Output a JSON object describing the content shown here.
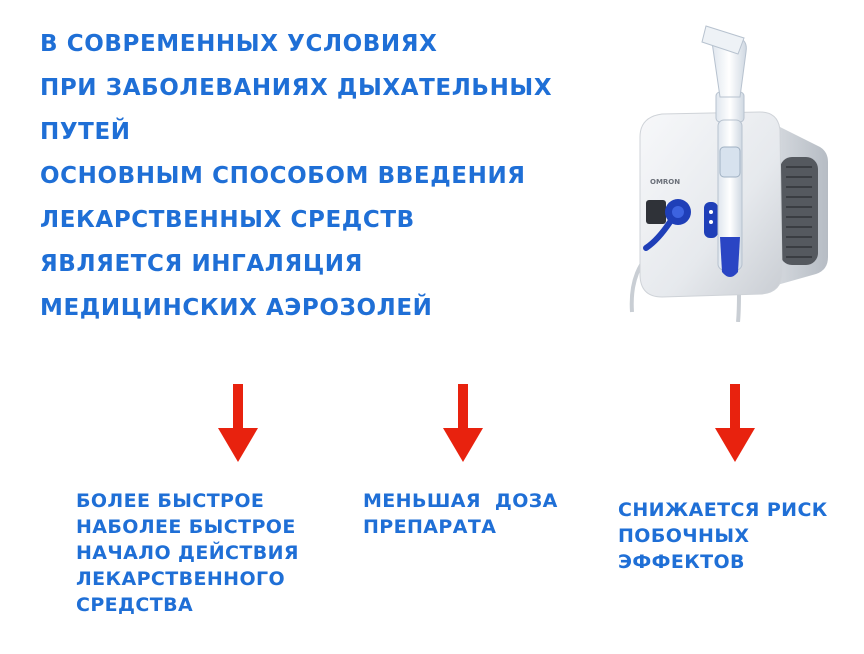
{
  "headline": [
    "В СОВРЕМЕННЫХ УСЛОВИЯХ",
    "ПРИ ЗАБОЛЕВАНИЯХ ДЫХАТЕЛЬНЫХ",
    "ПУТЕЙ",
    "ОСНОВНЫМ СПОСОБОМ ВВЕДЕНИЯ",
    "ЛЕКАРСТВЕННЫХ СРЕДСТВ",
    "ЯВЛЯЕТСЯ ИНГАЛЯЦИЯ",
    "МЕДИЦИНСКИХ АЭРОЗОЛЕЙ"
  ],
  "effects": [
    [
      "БОЛЕЕ БЫСТРОЕ",
      "НАБОЛЕЕ БЫСТРОЕ",
      "НАЧАЛО ДЕЙСТВИЯ",
      "ЛЕКАРСТВЕННОГО",
      "СРЕДСТВА"
    ],
    [
      "МЕНЬШАЯ  ДОЗА",
      "ПРЕПАРАТА"
    ],
    [
      "СНИЖАЕТСЯ РИСК",
      "ПОБОЧНЫХ",
      "ЭФФЕКТОВ"
    ]
  ],
  "device_label": "OMRON",
  "colors": {
    "text": "#1f6fd6",
    "arrow": "#e8220e",
    "device_body": "#e9ecef",
    "device_accent": "#1f3fb8"
  },
  "icons": {
    "arrow": "arrow-down-icon",
    "device": "nebulizer-image"
  }
}
